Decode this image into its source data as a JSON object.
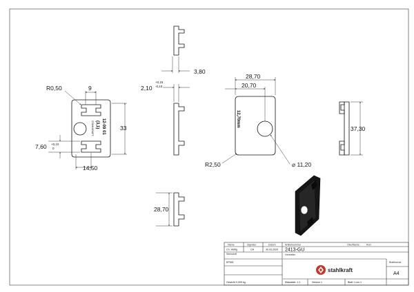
{
  "front_view": {
    "dim_radius": "R0,50",
    "dim_slot_width": "9",
    "dim_height": "33",
    "dim_slot_offset": "7,60",
    "dim_slot_offset_tol_upper": "+0,10",
    "dim_slot_offset_tol_lower": "0",
    "dim_slot_pos": "14,50",
    "engraving_line1": "12-09 01",
    "engraving_line2": "(3,1)"
  },
  "side_view_top": {
    "dim_tab_width": "3,80"
  },
  "side_view_mid": {
    "dim_thickness": "2,10",
    "dim_thickness_tol_upper": "+0,15",
    "dim_thickness_tol_lower": "-0,10"
  },
  "back_view": {
    "dim_overall_width": "28,70",
    "dim_hole_offset": "20,70",
    "dim_corner_radius": "R2,50",
    "dim_hole_dia": "⌀ 11,20",
    "engraving": "12,70mm"
  },
  "side_view_right": {
    "dim_height": "37,30"
  },
  "bottom_view": {
    "dim_width": "28,70"
  },
  "title_block": {
    "col_name": "Name",
    "col_signature": "Signatur",
    "col_date": "Datum",
    "author_name": "Ch. Hölfig",
    "author_signature": "CH",
    "author_date": "30.03.2020",
    "label_article_number": "Artikelnummer",
    "label_surface": "Oberfläche:",
    "surface_value": "Roh",
    "article_number": "2413-GU",
    "label_manufacturer": "Hersteller",
    "label_material": "Werkstoff",
    "material_value": "EPDM",
    "weight": "Gewicht 0,009 kg",
    "scale": "Massstab: 1:1",
    "version": "Version 1",
    "sheet": "Blatt 1 von 1",
    "label_sheet_format": "Blattformat",
    "sheet_format": "A4",
    "brand_name": "stahlkraft"
  }
}
